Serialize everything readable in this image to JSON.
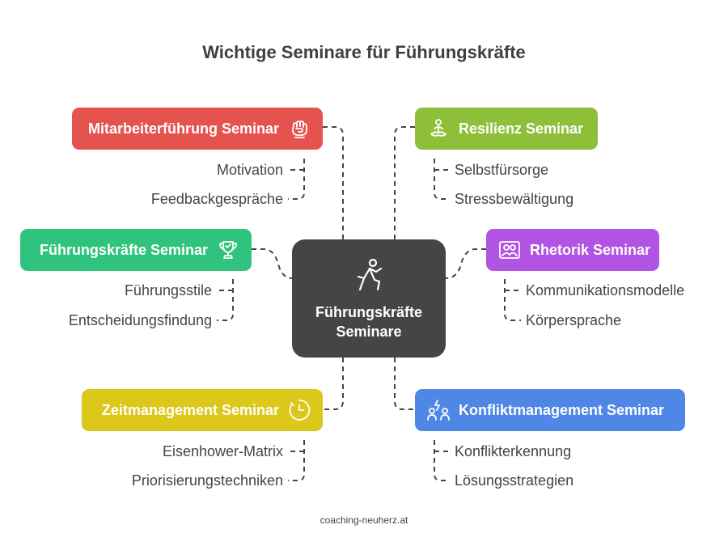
{
  "title": "Wichtige Seminare für Führungskräfte",
  "center": {
    "label_line1": "Führungskräfte",
    "label_line2": "Seminare",
    "icon": "person-pushing-icon"
  },
  "seminars": [
    {
      "label": "Mitarbeiterführung Seminar",
      "color": "#e5534f",
      "icon": "raised-fist-icon",
      "subs": [
        "Motivation",
        "Feedbackgespräche"
      ]
    },
    {
      "label": "Resilienz Seminar",
      "color": "#8dc038",
      "icon": "meditation-icon",
      "subs": [
        "Selbstfürsorge",
        "Stressbewältigung"
      ]
    },
    {
      "label": "Führungskräfte Seminar",
      "color": "#2fc37e",
      "icon": "trophy-icon",
      "subs": [
        "Führungsstile",
        "Entscheidungsfindung"
      ]
    },
    {
      "label": "Rhetorik Seminar",
      "color": "#b153e3",
      "icon": "presentation-people-icon",
      "subs": [
        "Kommunikationsmodelle",
        "Körpersprache"
      ]
    },
    {
      "label": "Zeitmanagement Seminar",
      "color": "#dcc81a",
      "icon": "stopwatch-icon",
      "subs": [
        "Eisenhower-Matrix",
        "Priorisierungstechniken"
      ]
    },
    {
      "label": "Konfliktmanagement Seminar",
      "color": "#4f87e6",
      "icon": "conflict-people-icon",
      "subs": [
        "Konflikterkennung",
        "Lösungsstrategien"
      ]
    }
  ],
  "footer": "coaching-neuherz.at"
}
